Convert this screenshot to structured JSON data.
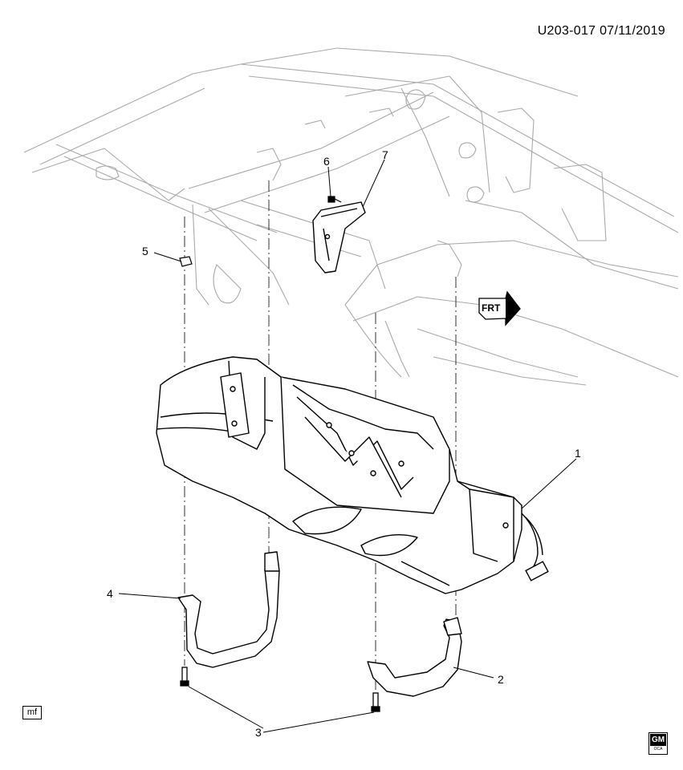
{
  "header": {
    "doc_id": "U203-017  07/11/2019"
  },
  "callouts": [
    {
      "id": "1",
      "label": "1"
    },
    {
      "id": "2",
      "label": "2"
    },
    {
      "id": "3",
      "label": "3"
    },
    {
      "id": "4",
      "label": "4"
    },
    {
      "id": "5",
      "label": "5"
    },
    {
      "id": "6",
      "label": "6"
    },
    {
      "id": "7",
      "label": "7"
    }
  ],
  "arrow": {
    "label": "FRT"
  },
  "footer": {
    "mf_label": "mf",
    "logo_text": "GM",
    "logo_sub": "OCA"
  }
}
